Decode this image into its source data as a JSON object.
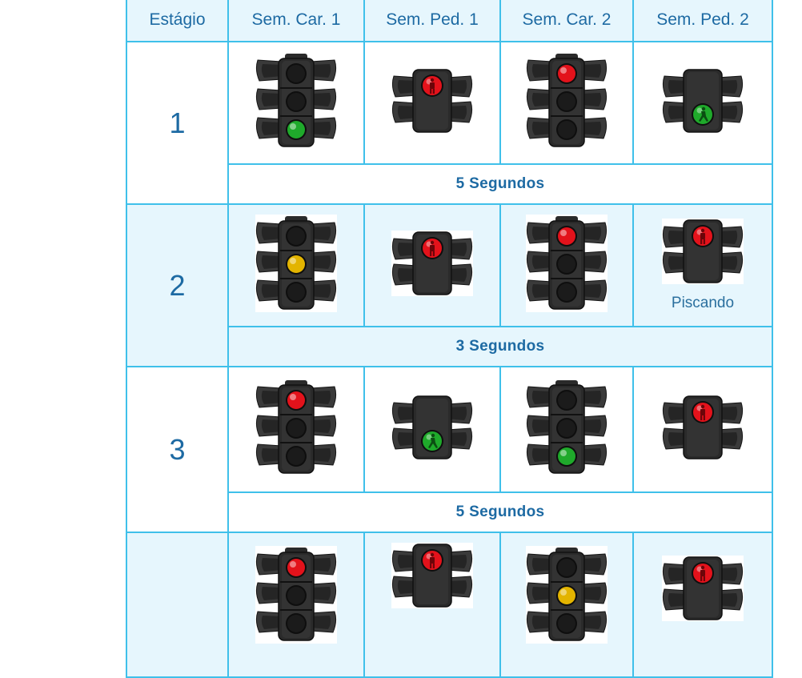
{
  "headers": [
    "Estágio",
    "Sem. Car. 1",
    "Sem. Ped. 1",
    "Sem. Car. 2",
    "Sem. Ped. 2"
  ],
  "colors": {
    "border": "#3fc0ea",
    "text": "#1d6aa3",
    "rowTint": "#e6f6fd",
    "red": "#e3121b",
    "yellow": "#e3b400",
    "green": "#1faa2b"
  },
  "stages": [
    {
      "number": "1",
      "car1": "green",
      "ped1": "red-stop",
      "car2": "red",
      "ped2": "green-walk",
      "note": "",
      "duration": "5 Segundos"
    },
    {
      "number": "2",
      "car1": "yellow",
      "ped1": "red-stop",
      "car2": "red",
      "ped2": "red-stop",
      "note": "Piscando",
      "duration": "3 Segundos"
    },
    {
      "number": "3",
      "car1": "red",
      "ped1": "green-walk",
      "car2": "green",
      "ped2": "red-stop",
      "note": "",
      "duration": "5 Segundos"
    },
    {
      "number": "",
      "car1": "red",
      "ped1": "red-stop",
      "car2": "yellow",
      "ped2": "red-stop",
      "note": "",
      "duration": ""
    }
  ]
}
